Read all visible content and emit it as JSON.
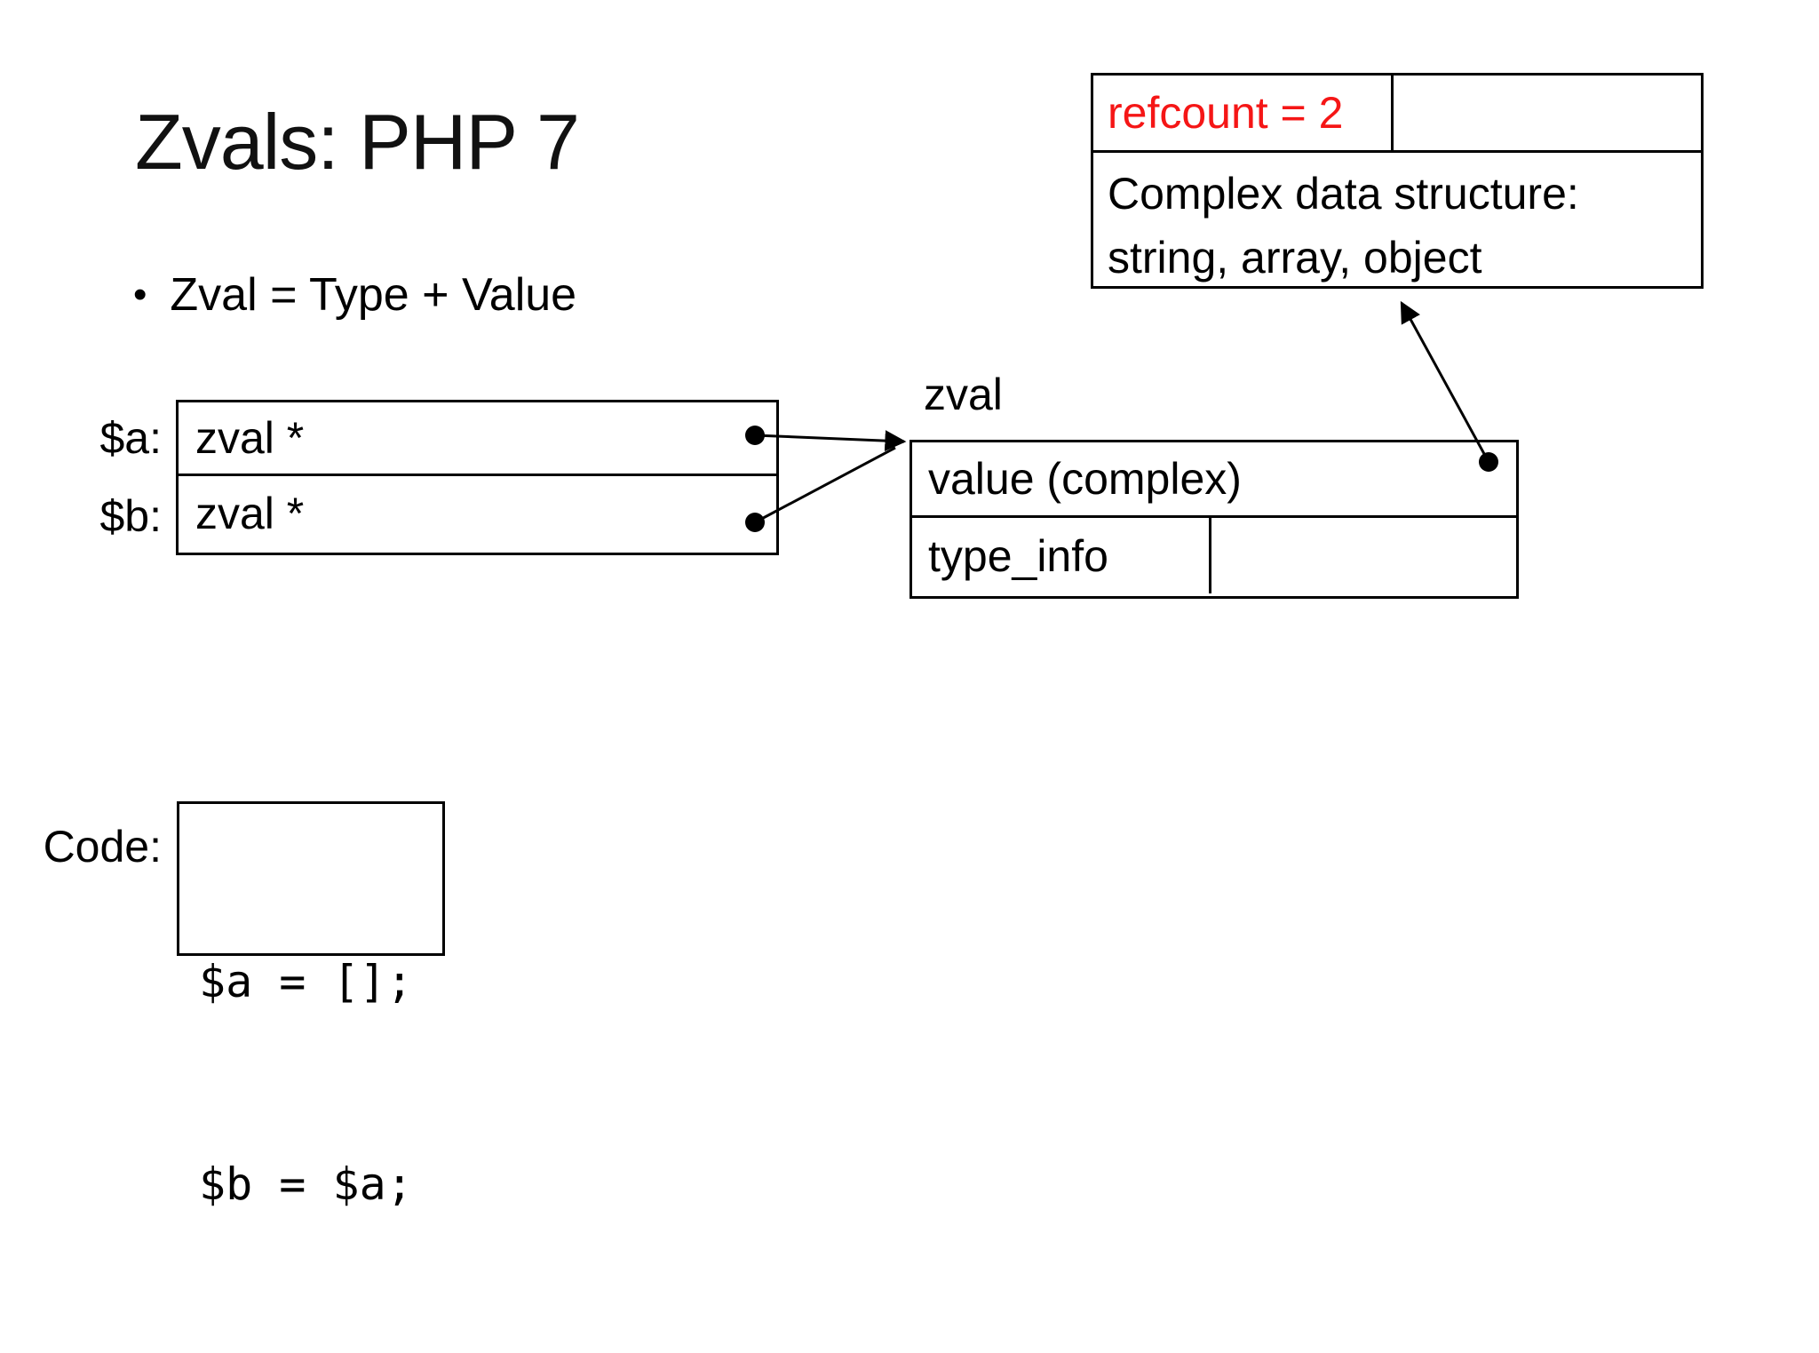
{
  "slide": {
    "title": "Zvals: PHP 7",
    "bullet_marker": "•",
    "bullet_text": "Zval = Type + Value"
  },
  "variables": {
    "rows": [
      {
        "label": "$a:",
        "value": "zval *"
      },
      {
        "label": "$b:",
        "value": "zval *"
      }
    ]
  },
  "zval_box": {
    "caption": "zval",
    "value_row": "value (complex)",
    "type_row_left": "type_info",
    "type_row_right": ""
  },
  "refcount_box": {
    "refcount": "refcount = 2",
    "empty_cell": "",
    "description_line1": "Complex data structure:",
    "description_line2": "string, array, object"
  },
  "code": {
    "label": "Code:",
    "line1": "$a = [];",
    "line2": "$b = $a;"
  },
  "colors": {
    "background": "#ffffff",
    "text": "#000000",
    "refcount_red": "#f51616"
  }
}
